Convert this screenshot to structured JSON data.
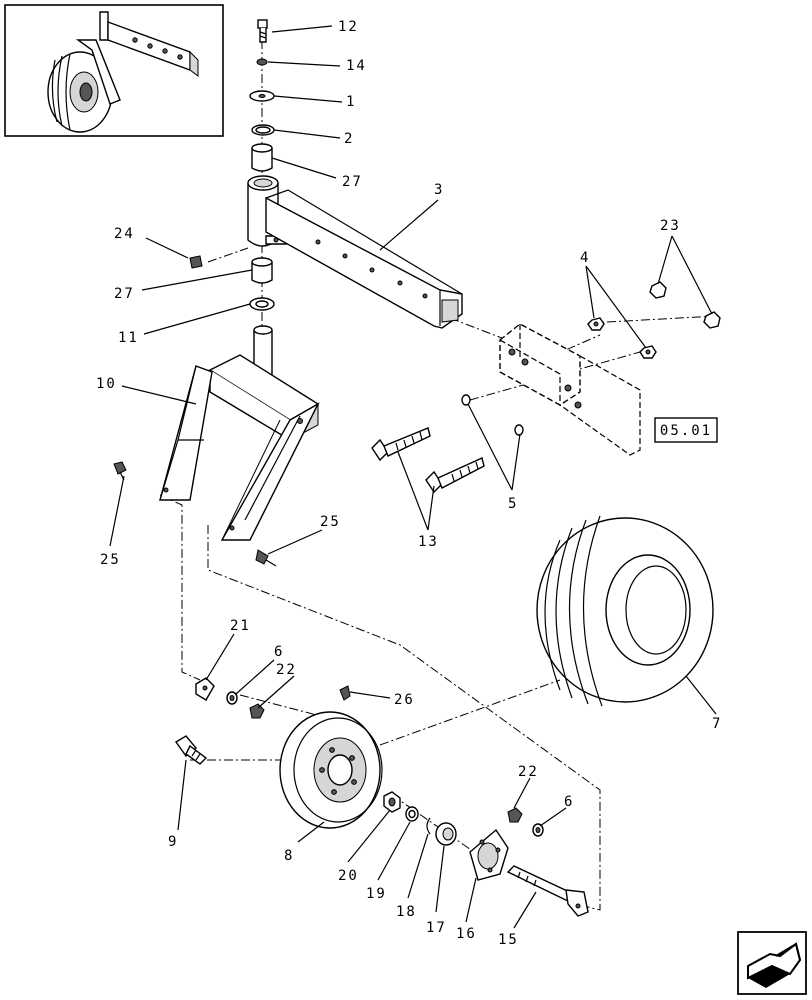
{
  "diagram": {
    "callouts": {
      "c1": "1",
      "c2": "2",
      "c3": "3",
      "c4": "4",
      "c5": "5",
      "c6a": "6",
      "c6b": "6",
      "c7": "7",
      "c8": "8",
      "c9": "9",
      "c10": "10",
      "c11": "11",
      "c12": "12",
      "c13": "13",
      "c14": "14",
      "c15": "15",
      "c16": "16",
      "c17": "17",
      "c18": "18",
      "c19": "19",
      "c20": "20",
      "c21": "21",
      "c22a": "22",
      "c22b": "22",
      "c23": "23",
      "c24": "24",
      "c25a": "25",
      "c25b": "25",
      "c26": "26",
      "c27a": "27",
      "c27b": "27"
    },
    "reference_box": "05.01",
    "icons": {
      "thumbnail": "assembly-thumbnail",
      "nav": "next-page-arrow-icon"
    }
  }
}
